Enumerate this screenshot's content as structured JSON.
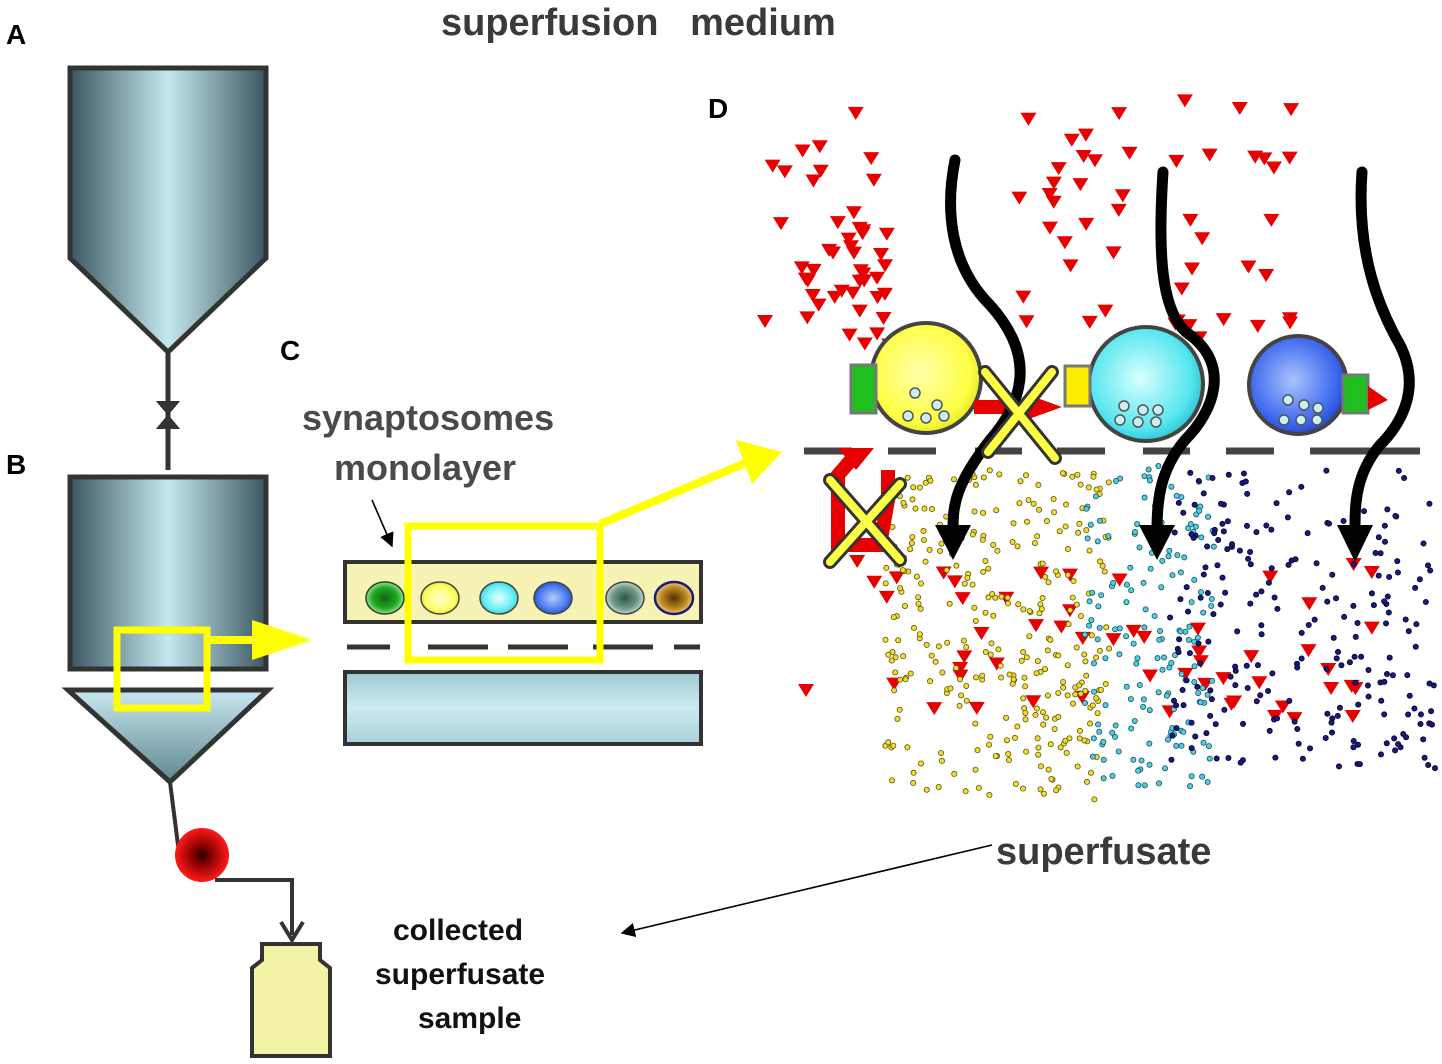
{
  "labels": {
    "panel_a": "A",
    "panel_b": "B",
    "panel_c": "C",
    "panel_d": "D",
    "superfusion_medium": "superfusion   medium",
    "synaptosomes_line1": "synaptosomes",
    "synaptosomes_line2": "monolayer",
    "superfusate": "superfusate",
    "collected_line1": "collected",
    "collected_line2": "superfusate",
    "collected_line3": "sample"
  },
  "colors": {
    "chamber_dark": "#3c5660",
    "chamber_light": "#bfe6ec",
    "outline": "#333333",
    "highlight_yellow": "#ffff00",
    "release_red": "#e60000",
    "pump_red": "#ee0000",
    "vial_fill": "#f3f3a6",
    "synaptosome_yellow": "#ffff44",
    "synaptosome_cyan": "#55e6ee",
    "synaptosome_blue": "#3a66ee",
    "transporter_green": "#1fbf1f",
    "transporter_yellow": "#ffee00",
    "dot_yellow": "#eedd33",
    "dot_cyan": "#55ccdd",
    "dot_navy": "#1a1a7a"
  },
  "icons": {
    "medium_reservoir": "funnel-reservoir-icon",
    "valve": "valve-icon",
    "superfusion_chamber": "chamber-icon",
    "pump": "peristaltic-pump-icon",
    "collection_vial": "vial-icon",
    "blocked_transport": "x-cross-icon"
  }
}
